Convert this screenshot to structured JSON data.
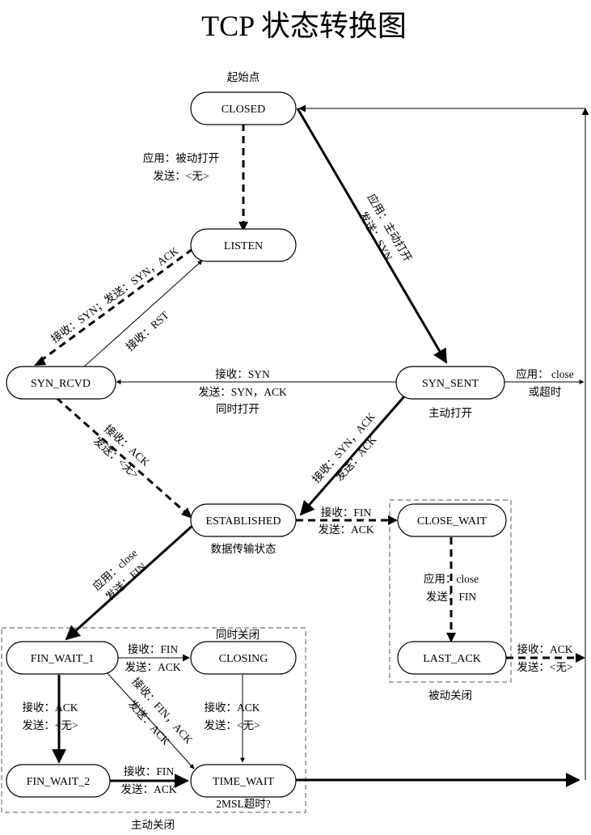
{
  "title": "TCP 状态转换图",
  "captions": {
    "start": "起始点",
    "simultaneous_open": "同时打开",
    "active_open": "主动打开",
    "data_transfer": "数据传输状态",
    "simultaneous_close": "同时关闭",
    "passive_close": "被动关闭",
    "active_close": "主动关闭",
    "msl_timeout": "2MSL超时?"
  },
  "states": {
    "closed": "CLOSED",
    "listen": "LISTEN",
    "syn_rcvd": "SYN_RCVD",
    "syn_sent": "SYN_SENT",
    "established": "ESTABLISHED",
    "close_wait": "CLOSE_WAIT",
    "last_ack": "LAST_ACK",
    "fin_wait_1": "FIN_WAIT_1",
    "closing": "CLOSING",
    "fin_wait_2": "FIN_WAIT_2",
    "time_wait": "TIME_WAIT"
  },
  "transitions": {
    "closed_listen": [
      "应用：被动打开",
      "发送：<无>"
    ],
    "closed_syn_sent": [
      "应用：主动打开",
      "发送：SYN"
    ],
    "listen_syn_rcvd": [
      "接收：SYN；发送：SYN，ACK"
    ],
    "syn_rcvd_listen": [
      "接收：RST"
    ],
    "syn_sent_syn_rcvd": [
      "接收：SYN",
      "发送：SYN，ACK"
    ],
    "syn_sent_closed": [
      "应用： close",
      "或超时"
    ],
    "syn_rcvd_established": [
      "接收：ACK",
      "发送：<无>"
    ],
    "syn_sent_established": [
      "接收：SYN，ACK",
      "发送：ACK"
    ],
    "established_close_wait": [
      "接收：FIN",
      "发送：ACK"
    ],
    "close_wait_last_ack": [
      "应用：close",
      "发送：FIN"
    ],
    "last_ack_closed": [
      "接收：ACK",
      "发送：<无>"
    ],
    "established_fin_wait_1": [
      "应用：close",
      "发送：FIN"
    ],
    "fin_wait_1_closing": [
      "接收：FIN",
      "发送：ACK"
    ],
    "fin_wait_1_fin_wait_2": [
      "接收：ACK",
      "发送：<无>"
    ],
    "fin_wait_1_time_wait": [
      "接收：FIN，ACK",
      "发送：ACK"
    ],
    "closing_time_wait": [
      "接收：ACK",
      "发送：<无>"
    ],
    "fin_wait_2_time_wait": [
      "接收：FIN",
      "发送：ACK"
    ]
  }
}
